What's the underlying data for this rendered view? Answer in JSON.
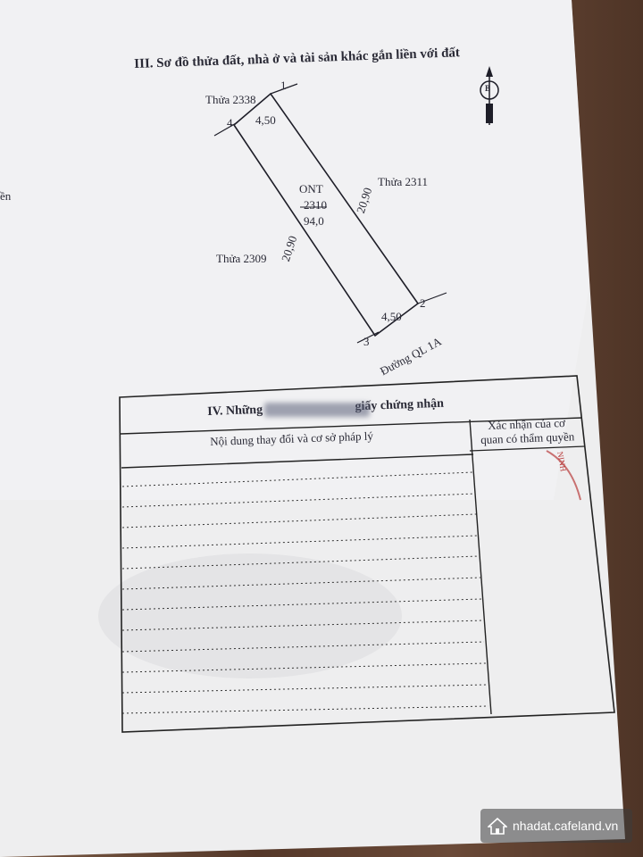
{
  "section3": {
    "title": "III. Sơ đồ thửa đất, nhà ở và tài sản khác gắn liền với đất"
  },
  "compass": {
    "letter": "B"
  },
  "parcel_map": {
    "plot_label_top": "Thửa 2338",
    "plot_label_right": "Thửa 2311",
    "plot_label_left": "Thửa 2309",
    "land_type": "ONT",
    "parcel_number": "2310",
    "area": "94,0",
    "vertex_1": "1",
    "vertex_2": "2",
    "vertex_3": "3",
    "vertex_4": "4",
    "edge_top": "4,50",
    "edge_bottom": "4,50",
    "edge_right": "20,90",
    "edge_left": "20,90",
    "road": "Đường QL 1A"
  },
  "section4": {
    "title_prefix": "IV. Những ",
    "title_suffix": "giấy chứng nhận",
    "col_content": "Nội dung thay đổi và cơ sở pháp lý",
    "col_confirm_line1": "Xác nhận của cơ",
    "col_confirm_line2": "quan có thẩm quyền"
  },
  "stamp_text": "NINH",
  "margin_fragment": "ền",
  "watermark": {
    "text": "nhadat.cafeland.vn"
  }
}
